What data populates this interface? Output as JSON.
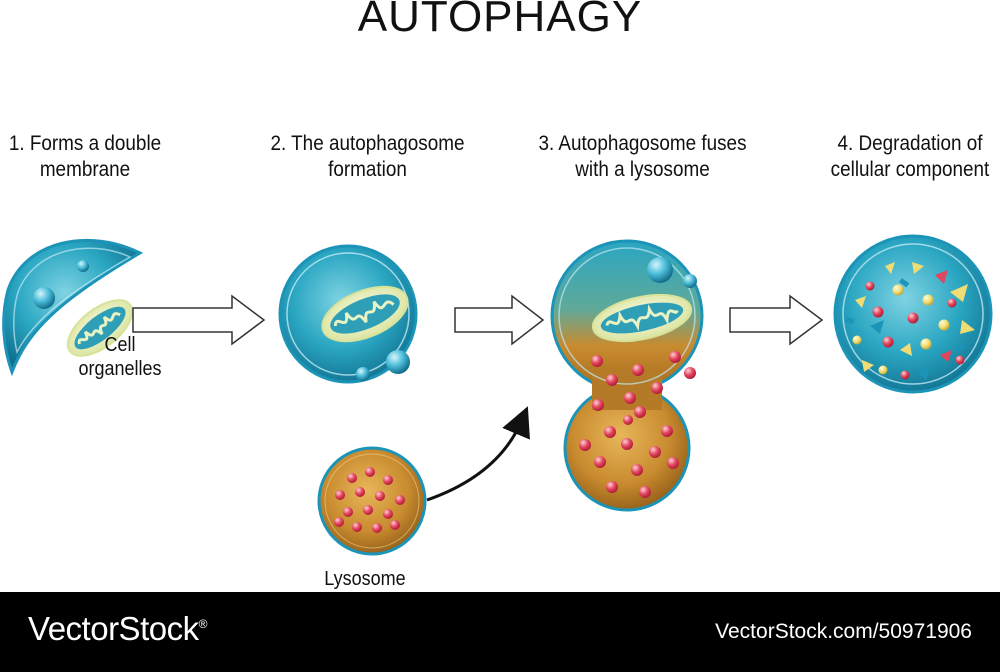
{
  "title": "AUTOPHAGY",
  "steps": [
    {
      "label": "1. Forms a double\nmembrane"
    },
    {
      "label": "2. The autophagosome\nformation"
    },
    {
      "label": "3. Autophagosome fuses\nwith a lysosome"
    },
    {
      "label": "4. Degradation of\ncellular component"
    }
  ],
  "labels": {
    "organelles": "Cell\norganelles",
    "lysosome": "Lysosome"
  },
  "footer": {
    "brand": "VectorStock",
    "brand_mark": "®",
    "image_id": "VectorStock.com/50971906"
  },
  "colors": {
    "membrane": "#1b94b8",
    "cytoplasm": "#2aa6c2",
    "lysosome": "#c98b2f",
    "granule": "#e2465e",
    "mitochondrion": "#e9f0b4"
  }
}
